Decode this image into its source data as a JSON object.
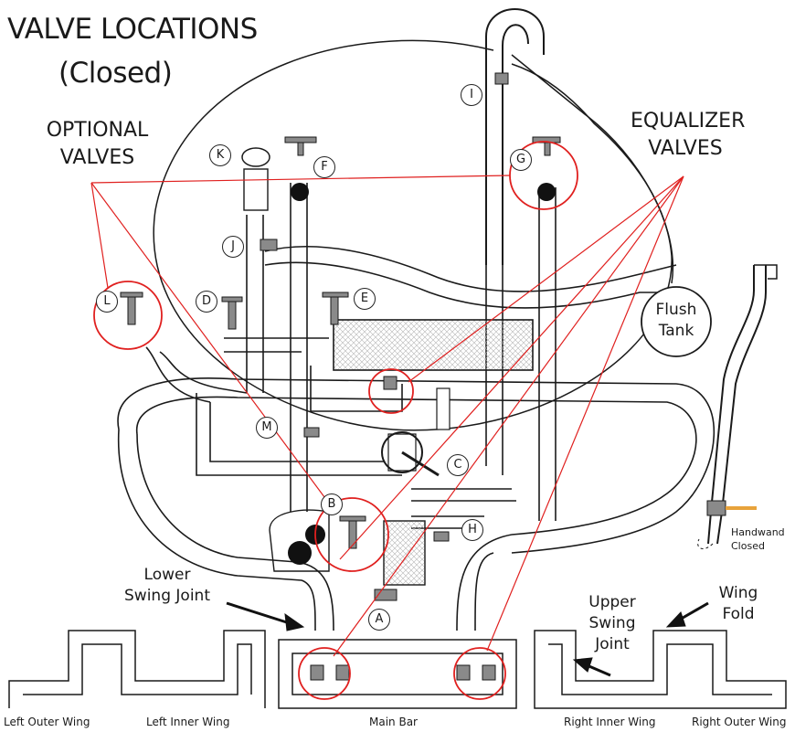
{
  "title": {
    "line1": "VALVE LOCATIONS",
    "line2": "(Closed)"
  },
  "callouts": {
    "optional_line1": "OPTIONAL",
    "optional_line2": "VALVES",
    "equalizer_line1": "EQUALIZER",
    "equalizer_line2": "VALVES",
    "flush_line1": "Flush",
    "flush_line2": "Tank",
    "lower_line1": "Lower",
    "lower_line2": "Swing Joint",
    "upper_line1": "Upper",
    "upper_line2": "Swing",
    "upper_line3": "Joint",
    "wingfold_line1": "Wing",
    "wingfold_line2": "Fold",
    "handwand_line1": "Handwand",
    "handwand_line2": "Closed"
  },
  "valve_letters": {
    "A": "A",
    "B": "B",
    "C": "C",
    "D": "D",
    "E": "E",
    "F": "F",
    "G": "G",
    "H": "H",
    "I": "I",
    "J": "J",
    "K": "K",
    "L": "L",
    "M": "M"
  },
  "wings": {
    "left_outer": "Left Outer Wing",
    "left_inner": "Left Inner Wing",
    "main": "Main Bar",
    "right_inner": "Right Inner Wing",
    "right_outer": "Right Outer Wing"
  },
  "colors": {
    "outline": "#1a1a1a",
    "highlight": "#e0201f",
    "valve_fill": "#8a8a8a",
    "wand_accent": "#e8a33b"
  }
}
